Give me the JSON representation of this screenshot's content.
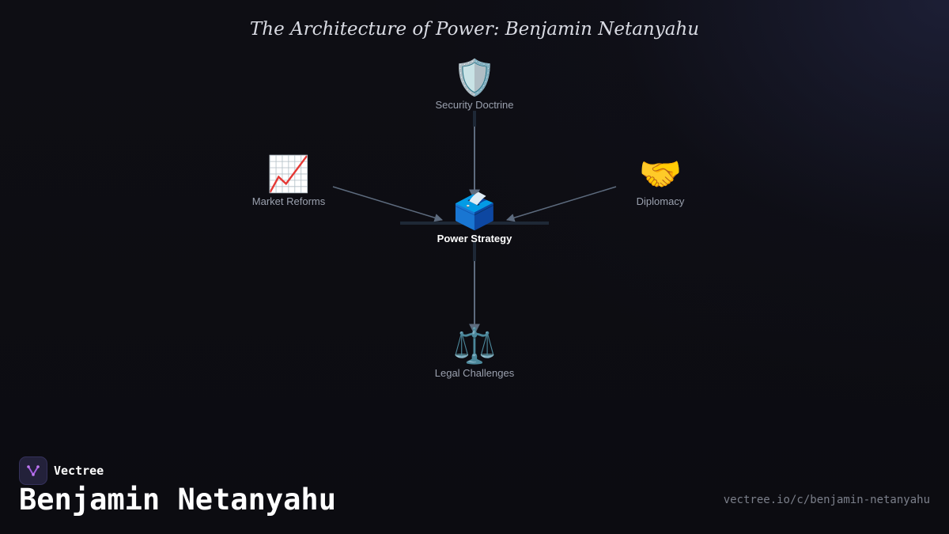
{
  "title": "The Architecture of Power: Benjamin Netanyahu",
  "nodes": {
    "center": {
      "icon": "ballot-box-icon",
      "emoji": "🗳️",
      "label": "Power Strategy"
    },
    "top": {
      "icon": "shield-icon",
      "emoji": "🛡️",
      "label": "Security Doctrine"
    },
    "left": {
      "icon": "chart-increasing-icon",
      "emoji": "📈",
      "label": "Market Reforms"
    },
    "right": {
      "icon": "handshake-icon",
      "emoji": "🤝",
      "label": "Diplomacy"
    },
    "bottom": {
      "icon": "balance-scale-icon",
      "emoji": "⚖️",
      "label": "Legal Challenges"
    }
  },
  "edges": [
    {
      "from": "top",
      "to": "center"
    },
    {
      "from": "left",
      "to": "center"
    },
    {
      "from": "right",
      "to": "center"
    },
    {
      "from": "center",
      "to": "bottom"
    }
  ],
  "footer": {
    "brand": "Vectree",
    "subject": "Benjamin Netanyahu",
    "url": "vectree.io/c/benjamin-netanyahu"
  },
  "colors": {
    "background": "#0d0d12",
    "edge": "#5d6b7e",
    "label": "#9aa0ae",
    "center_label": "#ffffff"
  }
}
